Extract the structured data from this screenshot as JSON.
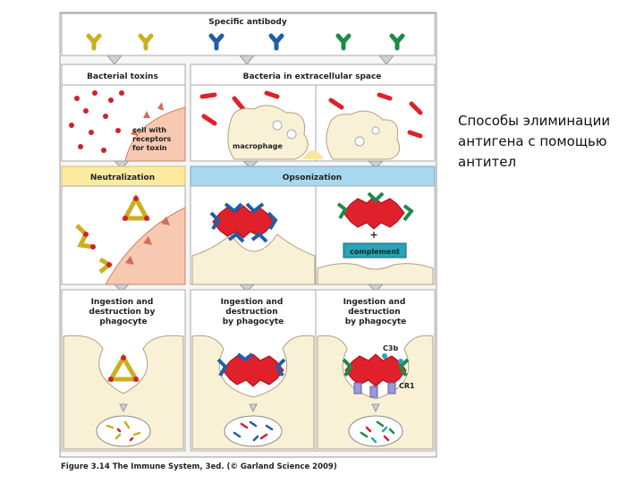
{
  "figure": {
    "header": "Specific antibody",
    "row1": {
      "left": "Bacterial toxins",
      "right": "Bacteria in extracellular space"
    },
    "labels": {
      "cell_receptors": [
        "cell with",
        "receptors",
        "for toxin"
      ],
      "macrophage": "macrophage",
      "plus": "+",
      "complement": "complement",
      "c3b": "C3b",
      "cr1": "CR1"
    },
    "row2": {
      "left": "Neutralization",
      "right": "Opsonization"
    },
    "row4": {
      "a": [
        "Ingestion and",
        "destruction by",
        "phagocyte"
      ],
      "b": [
        "Ingestion and",
        "destruction",
        "by phagocyte"
      ],
      "c": [
        "Ingestion and",
        "destruction",
        "by phagocyte"
      ]
    },
    "caption": "Figure 3.14 The Immune System, 3ed. (© Garland Science 2009)"
  },
  "side_text": [
    "Способы элиминации",
    "антигена с помощью",
    "антител"
  ],
  "colors": {
    "antibody_yellow": "#e8d23a",
    "antibody_blue": "#1f5ea8",
    "antibody_green": "#1d8a4a",
    "bacteria_red": "#e0202a",
    "cell_beige": "#f8f1d6",
    "host_cell": "#f7c9b0",
    "neutralization_bg": "#fbeaa0",
    "opsonization_bg": "#a8d8f0",
    "complement_bg": "#2aa3b6"
  }
}
